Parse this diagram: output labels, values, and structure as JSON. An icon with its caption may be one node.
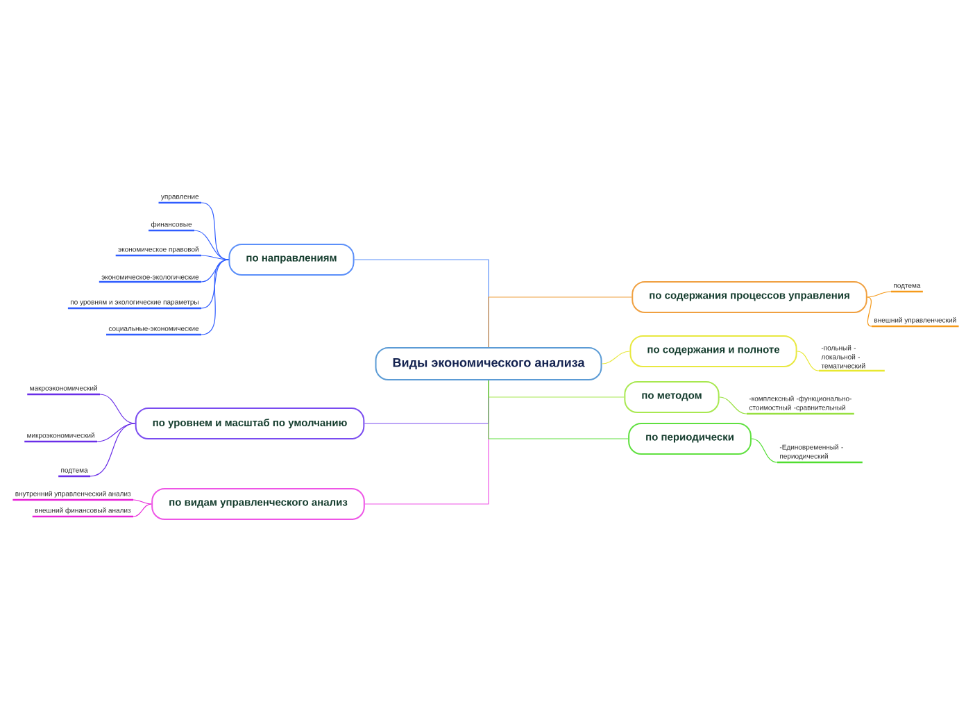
{
  "diagram": {
    "nodes": [
      {
        "text": [
          "Виды экономического анализа"
        ]
      },
      {
        "text": [
          "по направлениям"
        ]
      },
      {
        "text": [
          "управление"
        ]
      },
      {
        "text": [
          "финансовые"
        ]
      },
      {
        "text": [
          "экономическое правовой"
        ]
      },
      {
        "text": [
          "экономическое-экологические"
        ]
      },
      {
        "text": [
          "по уровням и экологические параметры"
        ]
      },
      {
        "text": [
          "социальные-экономические"
        ]
      },
      {
        "text": [
          "по уровнем и масштаб по умолчанию"
        ]
      },
      {
        "text": [
          "макроэкономический"
        ]
      },
      {
        "text": [
          "микроэкономический"
        ]
      },
      {
        "text": [
          "подтема"
        ]
      },
      {
        "text": [
          "по видам управленческого анализ"
        ]
      },
      {
        "text": [
          "внутренний управленческий анализ"
        ]
      },
      {
        "text": [
          "внешний финансовый анализ"
        ]
      },
      {
        "text": [
          "по содержания процессов управления"
        ]
      },
      {
        "text": [
          "подтема"
        ]
      },
      {
        "text": [
          "внешний управленческий"
        ]
      },
      {
        "text": [
          "по содержания и полноте"
        ]
      },
      {
        "text": [
          "-польный -локальной -тематический"
        ]
      },
      {
        "text": [
          "по методом"
        ]
      },
      {
        "text": [
          "-комплексный -функционально-стоимостный -сравнительный"
        ]
      },
      {
        "text": [
          "по периодически"
        ]
      },
      {
        "text": [
          "-Единовременный -периодический"
        ]
      }
    ],
    "edges": [
      {
        "from": 0,
        "to": 1,
        "arrow": "none",
        "color": "#5b8ff9"
      },
      {
        "from": 1,
        "to": 2,
        "arrow": "none",
        "color": "#2f5cff"
      },
      {
        "from": 1,
        "to": 3,
        "arrow": "none",
        "color": "#2f5cff"
      },
      {
        "from": 1,
        "to": 4,
        "arrow": "none",
        "color": "#2f5cff"
      },
      {
        "from": 1,
        "to": 5,
        "arrow": "none",
        "color": "#2f5cff"
      },
      {
        "from": 1,
        "to": 6,
        "arrow": "none",
        "color": "#2f5cff"
      },
      {
        "from": 1,
        "to": 7,
        "arrow": "none",
        "color": "#2f5cff"
      },
      {
        "from": 0,
        "to": 8,
        "arrow": "none",
        "color": "#7a4cf0"
      },
      {
        "from": 8,
        "to": 9,
        "arrow": "none",
        "color": "#6a2ee8"
      },
      {
        "from": 8,
        "to": 10,
        "arrow": "none",
        "color": "#6a2ee8"
      },
      {
        "from": 8,
        "to": 11,
        "arrow": "none",
        "color": "#6a2ee8"
      },
      {
        "from": 0,
        "to": 12,
        "arrow": "none",
        "color": "#ee55e6"
      },
      {
        "from": 12,
        "to": 13,
        "arrow": "none",
        "color": "#e820d8"
      },
      {
        "from": 12,
        "to": 14,
        "arrow": "none",
        "color": "#e820d8"
      },
      {
        "from": 0,
        "to": 15,
        "arrow": "none",
        "color": "#f0a040"
      },
      {
        "from": 15,
        "to": 16,
        "arrow": "none",
        "color": "#f59a1a"
      },
      {
        "from": 15,
        "to": 17,
        "arrow": "none",
        "color": "#f59a1a"
      },
      {
        "from": 0,
        "to": 18,
        "arrow": "none",
        "color": "#e8e840"
      },
      {
        "from": 18,
        "to": 19,
        "arrow": "none",
        "color": "#e8e830"
      },
      {
        "from": 0,
        "to": 20,
        "arrow": "none",
        "color": "#a8e850"
      },
      {
        "from": 20,
        "to": 21,
        "arrow": "none",
        "color": "#98e040"
      },
      {
        "from": 0,
        "to": 22,
        "arrow": "none",
        "color": "#60e040"
      },
      {
        "from": 22,
        "to": 23,
        "arrow": "none",
        "color": "#50dd30"
      }
    ]
  }
}
